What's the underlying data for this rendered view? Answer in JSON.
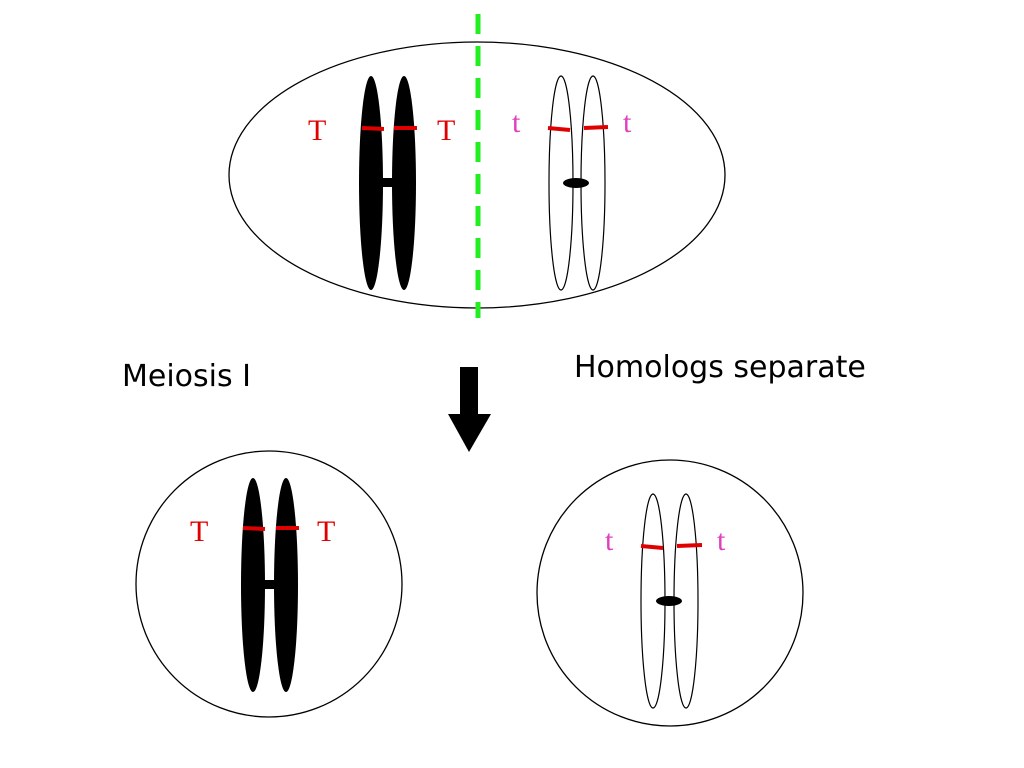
{
  "labels": {
    "step": "Meiosis I",
    "description": "Homologs separate"
  },
  "alleles": {
    "dominant": "T",
    "recessive": "t"
  },
  "colors": {
    "dominant_allele": "#e00000",
    "recessive_allele": "#e040c0",
    "gene_locus": "#e00000",
    "division_plane": "#22ee22",
    "chromosome_dark": "#000000",
    "chromosome_light": "#ffffff",
    "outline": "#000000"
  }
}
